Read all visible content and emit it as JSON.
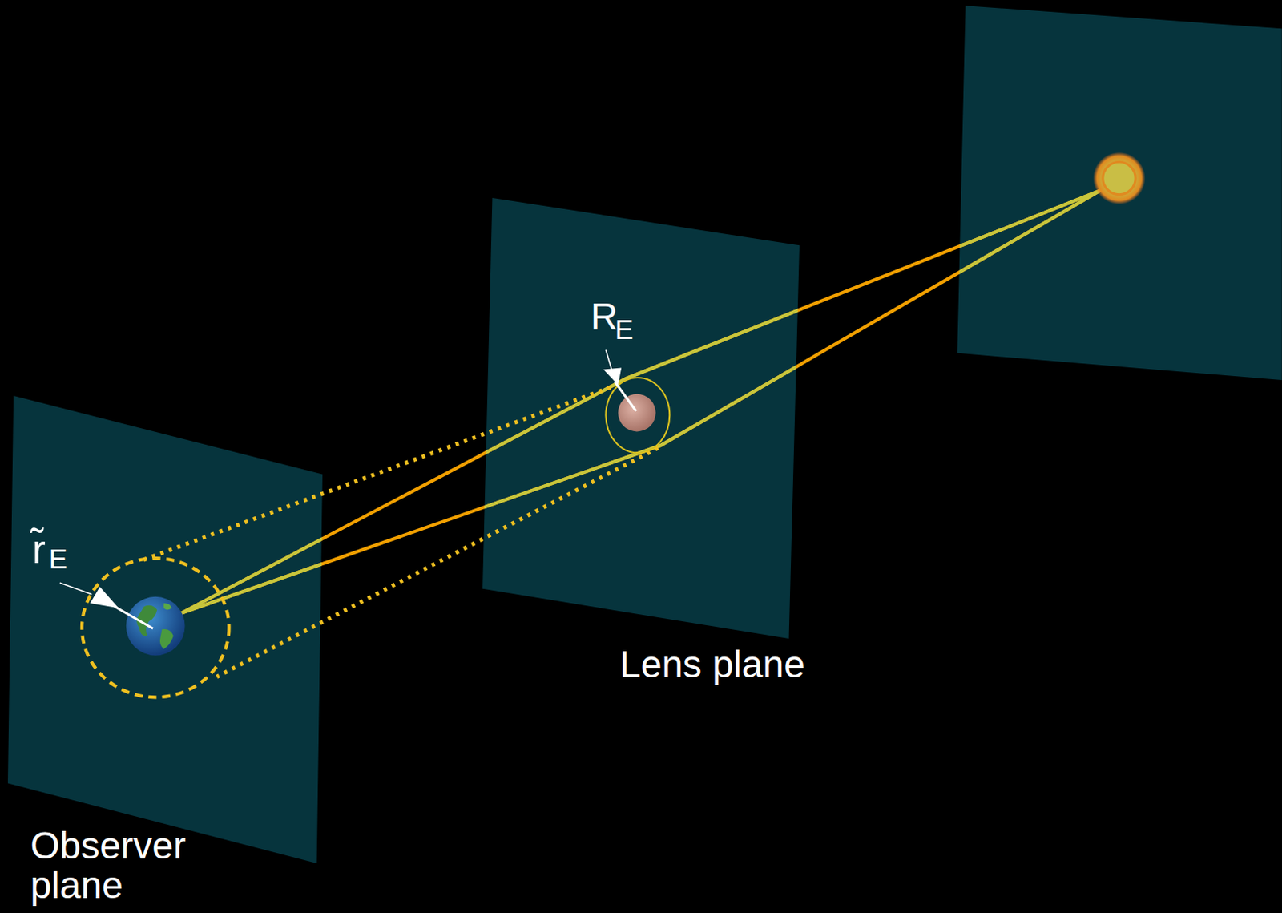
{
  "diagram": {
    "nodes": [
      {
        "text": [
          "Observer plane"
        ]
      },
      {
        "text": [
          "Lens plane"
        ]
      }
    ],
    "labels": [
      "R",
      "E",
      "r̃",
      "E"
    ]
  }
}
